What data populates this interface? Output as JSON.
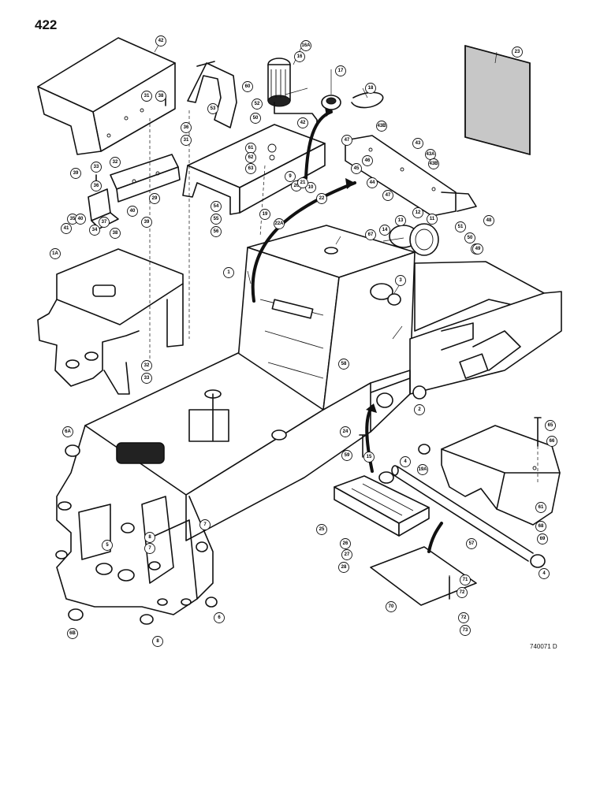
{
  "page_number": "422",
  "figure_code": "740071 D",
  "callouts": [
    {
      "id": "1"
    },
    {
      "id": "1A"
    },
    {
      "id": "2"
    },
    {
      "id": "3"
    },
    {
      "id": "4"
    },
    {
      "id": "4b"
    },
    {
      "id": "5"
    },
    {
      "id": "6"
    },
    {
      "id": "6A"
    },
    {
      "id": "6B"
    },
    {
      "id": "7"
    },
    {
      "id": "7b"
    },
    {
      "id": "8"
    },
    {
      "id": "8b"
    },
    {
      "id": "9"
    },
    {
      "id": "10"
    },
    {
      "id": "11"
    },
    {
      "id": "12"
    },
    {
      "id": "13"
    },
    {
      "id": "14"
    },
    {
      "id": "15"
    },
    {
      "id": "16"
    },
    {
      "id": "16A"
    },
    {
      "id": "17"
    },
    {
      "id": "18"
    },
    {
      "id": "19"
    },
    {
      "id": "19A"
    },
    {
      "id": "20"
    },
    {
      "id": "21"
    },
    {
      "id": "22"
    },
    {
      "id": "22A"
    },
    {
      "id": "23"
    },
    {
      "id": "24"
    },
    {
      "id": "25"
    },
    {
      "id": "26"
    },
    {
      "id": "27"
    },
    {
      "id": "28"
    },
    {
      "id": "29"
    },
    {
      "id": "31"
    },
    {
      "id": "31b"
    },
    {
      "id": "32"
    },
    {
      "id": "32b"
    },
    {
      "id": "33"
    },
    {
      "id": "33b"
    },
    {
      "id": "34"
    },
    {
      "id": "35"
    },
    {
      "id": "36"
    },
    {
      "id": "36b"
    },
    {
      "id": "37"
    },
    {
      "id": "38"
    },
    {
      "id": "38b"
    },
    {
      "id": "39"
    },
    {
      "id": "39b"
    },
    {
      "id": "40"
    },
    {
      "id": "40b"
    },
    {
      "id": "41"
    },
    {
      "id": "42"
    },
    {
      "id": "42b"
    },
    {
      "id": "43"
    },
    {
      "id": "43A"
    },
    {
      "id": "43B"
    },
    {
      "id": "43Bb"
    },
    {
      "id": "44"
    },
    {
      "id": "45"
    },
    {
      "id": "46"
    },
    {
      "id": "47"
    },
    {
      "id": "47b"
    },
    {
      "id": "48"
    },
    {
      "id": "48b"
    },
    {
      "id": "49"
    },
    {
      "id": "50"
    },
    {
      "id": "50b"
    },
    {
      "id": "51"
    },
    {
      "id": "52"
    },
    {
      "id": "53"
    },
    {
      "id": "54"
    },
    {
      "id": "55"
    },
    {
      "id": "56"
    },
    {
      "id": "57"
    },
    {
      "id": "58"
    },
    {
      "id": "59"
    },
    {
      "id": "60"
    },
    {
      "id": "61"
    },
    {
      "id": "61b"
    },
    {
      "id": "62"
    },
    {
      "id": "63"
    },
    {
      "id": "65"
    },
    {
      "id": "66"
    },
    {
      "id": "67"
    },
    {
      "id": "68"
    },
    {
      "id": "69"
    },
    {
      "id": "70"
    },
    {
      "id": "71"
    },
    {
      "id": "72"
    },
    {
      "id": "72b"
    },
    {
      "id": "73"
    }
  ],
  "callout_labels": {
    "1": "1",
    "1A": "1A",
    "2": "2",
    "3": "3",
    "4": "4",
    "4b": "4",
    "5": "5",
    "6": "6",
    "6A": "6A",
    "6B": "6B",
    "7": "7",
    "7b": "7",
    "8": "8",
    "8b": "8",
    "9": "9",
    "10": "10",
    "11": "11",
    "12": "12",
    "13": "13",
    "14": "14",
    "15": "15",
    "16": "16",
    "16A": "16A",
    "17": "17",
    "18": "18",
    "19": "19",
    "19A": "19A",
    "20": "20",
    "21": "21",
    "22": "22",
    "22A": "22A",
    "23": "23",
    "24": "24",
    "25": "25",
    "26": "26",
    "27": "27",
    "28": "28",
    "29": "29",
    "31": "31",
    "31b": "31",
    "32": "32",
    "32b": "32",
    "33": "33",
    "33b": "33",
    "34": "34",
    "35": "35",
    "36": "36",
    "36b": "36",
    "37": "37",
    "38": "38",
    "38b": "38",
    "39": "39",
    "39b": "39",
    "40": "40",
    "40b": "40",
    "41": "41",
    "42": "42",
    "42b": "42",
    "43": "43",
    "43A": "43A",
    "43B": "43B",
    "43Bb": "43B",
    "44": "44",
    "45": "45",
    "46": "46",
    "47": "47",
    "47b": "47",
    "48": "48",
    "48b": "48",
    "49": "49",
    "50": "50",
    "50b": "50",
    "51": "51",
    "52": "52",
    "53": "53",
    "54": "54",
    "55": "55",
    "56": "56",
    "57": "57",
    "58": "58",
    "59": "59",
    "60": "60",
    "61": "61",
    "61b": "61",
    "62": "62",
    "63": "63",
    "65": "65",
    "66": "66",
    "67": "67",
    "68": "68",
    "69": "69",
    "70": "70",
    "71": "71",
    "72": "72",
    "72b": "72",
    "73": "73"
  }
}
